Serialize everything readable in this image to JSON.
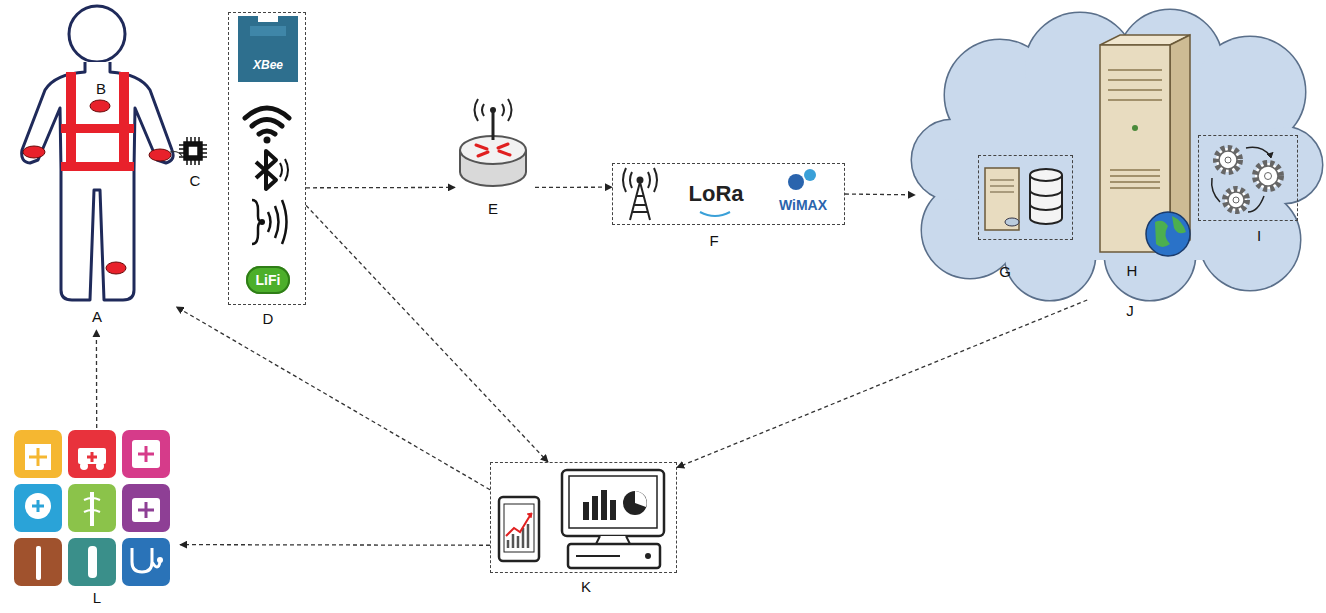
{
  "diagram": {
    "nodes": [
      {
        "text": [
          "A"
        ]
      },
      {
        "text": [
          "XBee",
          "LiFi",
          "D"
        ]
      },
      {
        "text": [
          "E"
        ]
      },
      {
        "text": [
          "LoRa",
          "WiMAX",
          "F"
        ]
      },
      {
        "text": [
          "J"
        ]
      },
      {
        "text": [
          "G"
        ],
        "in": 4
      },
      {
        "text": [
          "H"
        ],
        "in": 4
      },
      {
        "text": [
          "I"
        ],
        "in": 4
      },
      {
        "text": [
          "K"
        ]
      },
      {
        "text": [
          "L"
        ]
      }
    ],
    "edges": [
      {
        "from": 1,
        "to": 2,
        "arrow": "to"
      },
      {
        "from": 2,
        "to": 3,
        "arrow": "to"
      },
      {
        "from": 3,
        "to": 4,
        "arrow": "to"
      },
      {
        "from": 1,
        "to": 8,
        "arrow": "to"
      },
      {
        "from": 4,
        "to": 8,
        "arrow": "to"
      },
      {
        "from": 8,
        "to": 0,
        "arrow": "to"
      },
      {
        "from": 8,
        "to": 9,
        "arrow": "to"
      },
      {
        "from": 9,
        "to": 0,
        "arrow": "to"
      }
    ],
    "labels": [
      "B",
      "C"
    ]
  }
}
